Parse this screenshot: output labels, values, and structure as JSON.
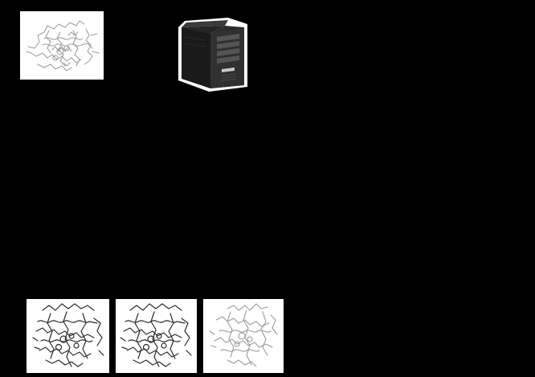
{
  "diagram": {
    "background_color": "#000000",
    "nodes": [
      {
        "id": "top-structure",
        "icon": "protein-structure-icon",
        "style": "light"
      },
      {
        "id": "server",
        "icon": "server-tower-icon"
      },
      {
        "id": "bottom-structure-1",
        "icon": "protein-structure-icon",
        "style": "dark"
      },
      {
        "id": "bottom-structure-2",
        "icon": "protein-structure-icon",
        "style": "dark"
      },
      {
        "id": "bottom-structure-3",
        "icon": "protein-structure-icon",
        "style": "light"
      }
    ]
  }
}
